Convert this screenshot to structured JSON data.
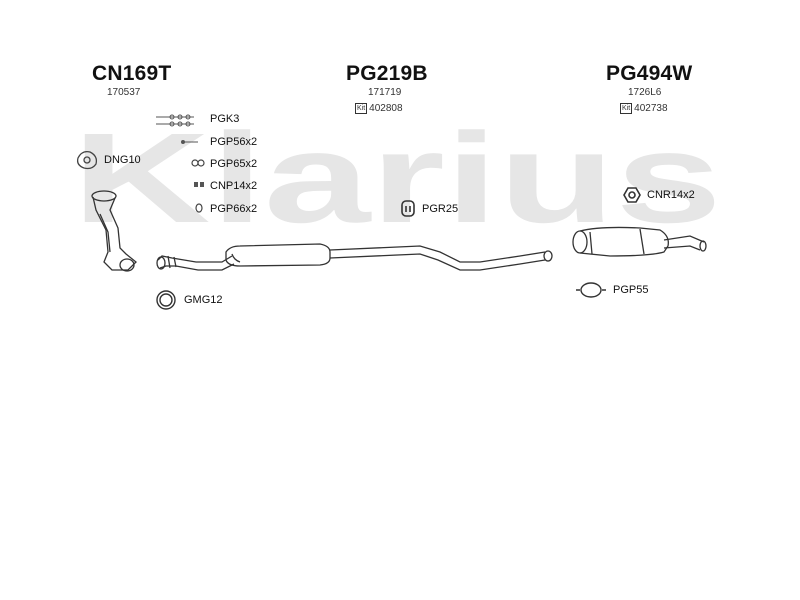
{
  "watermark": "Klarius",
  "sections": [
    {
      "code": "CN169T",
      "number": "170537",
      "kit": ""
    },
    {
      "code": "PG219B",
      "number": "171719",
      "kit": "402808"
    },
    {
      "code": "PG494W",
      "number": "1726L6",
      "kit": "402738"
    }
  ],
  "kit_badge": "Kit",
  "labels": {
    "pgk3": "PGK3",
    "pgp56x2": "PGP56x2",
    "dng10": "DNG10",
    "pgp65x2": "PGP65x2",
    "cnp14x2": "CNP14x2",
    "pgp66x2": "PGP66x2",
    "pgr25": "PGR25",
    "cnr14x2": "CNR14x2",
    "gmg12": "GMG12",
    "pgp55": "PGP55"
  },
  "colors": {
    "watermark": "#e6e6e6",
    "line": "#333333",
    "text": "#111111"
  }
}
